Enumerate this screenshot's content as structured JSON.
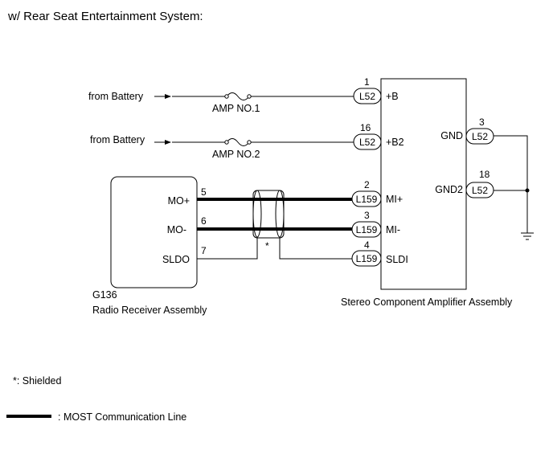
{
  "title": "w/ Rear Seat Entertainment System:",
  "battery_inputs": [
    {
      "label": "from Battery",
      "fuse": "AMP NO.1"
    },
    {
      "label": "from Battery",
      "fuse": "AMP NO.2"
    }
  ],
  "radio_receiver": {
    "code": "G136",
    "name": "Radio Receiver Assembly",
    "pins": [
      {
        "name": "MO+",
        "number": "5"
      },
      {
        "name": "MO-",
        "number": "6"
      },
      {
        "name": "SLDO",
        "number": "7"
      }
    ]
  },
  "amplifier": {
    "name": "Stereo Component Amplifier Assembly",
    "left_pins": [
      {
        "name": "+B",
        "number": "1",
        "connector": "L52"
      },
      {
        "name": "+B2",
        "number": "16",
        "connector": "L52"
      },
      {
        "name": "MI+",
        "number": "2",
        "connector": "L159"
      },
      {
        "name": "MI-",
        "number": "3",
        "connector": "L159"
      },
      {
        "name": "SLDI",
        "number": "4",
        "connector": "L159"
      }
    ],
    "right_pins": [
      {
        "name": "GND",
        "number": "3",
        "connector": "L52"
      },
      {
        "name": "GND2",
        "number": "18",
        "connector": "L52"
      }
    ]
  },
  "shield_marker": "*",
  "legend": {
    "shielded": "*: Shielded",
    "most_line": ": MOST Communication Line"
  }
}
